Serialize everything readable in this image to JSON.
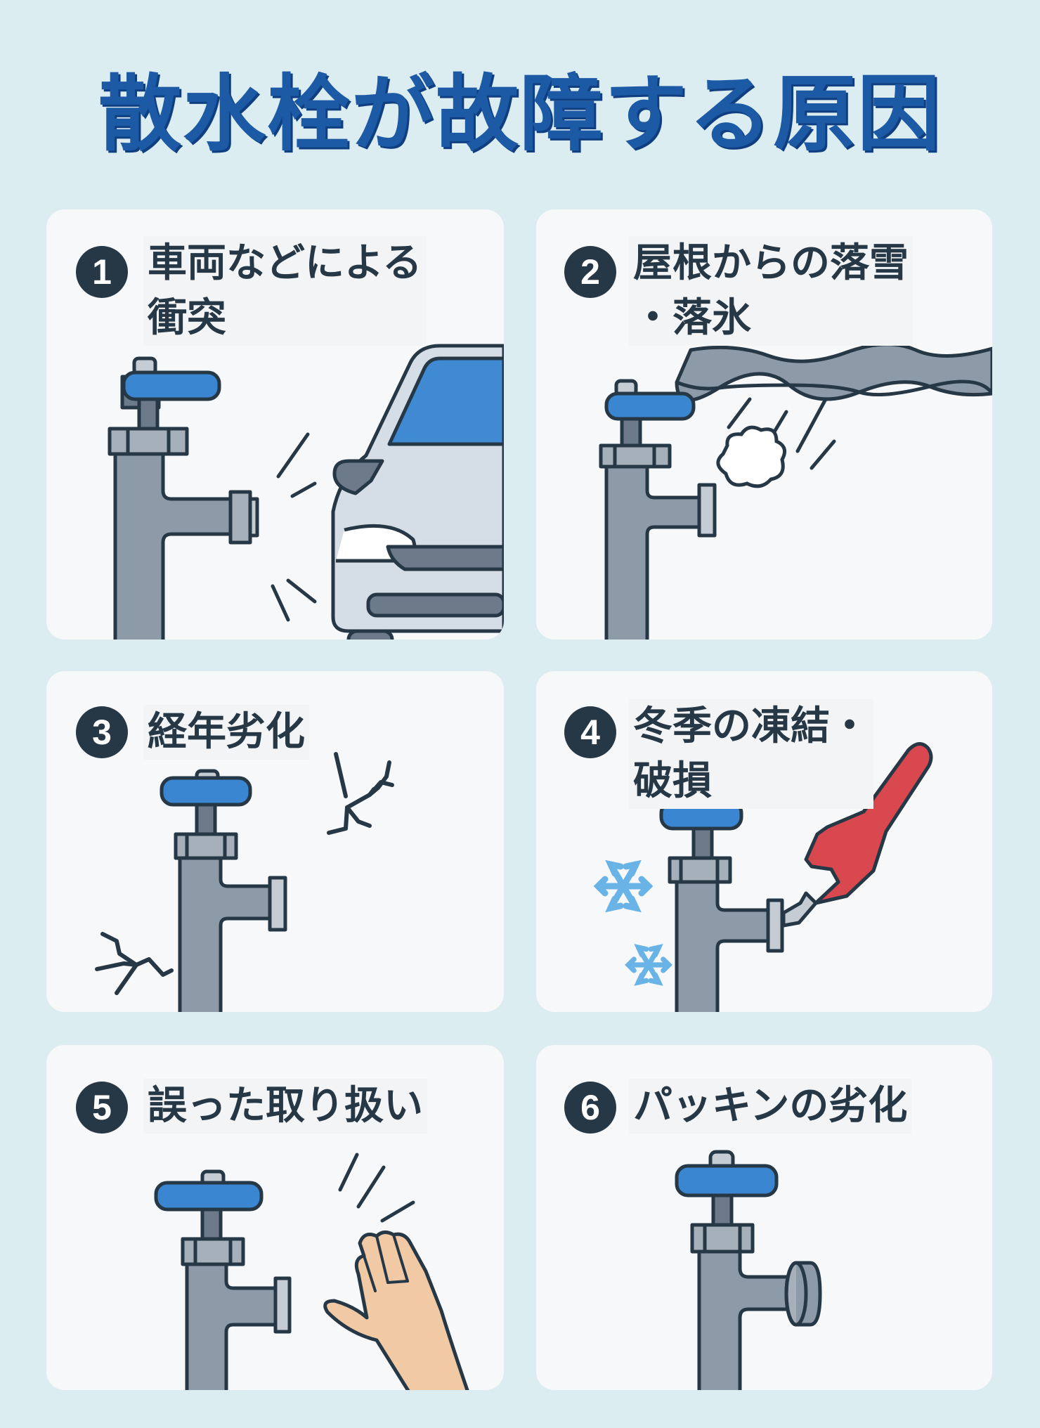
{
  "title": "散水栓が故障する原因",
  "colors": {
    "background": "#dcedf2",
    "title": "#1d5aa6",
    "card": "#f7f8f9",
    "badge": "#263746",
    "text": "#263746",
    "handle": "#3a86d0",
    "pipe": "#8d9aa8",
    "outline": "#263746",
    "wrench": "#d9474f",
    "hand": "#f1c9a5",
    "snowflake": "#6ab3e6"
  },
  "cards": [
    {
      "number": "1",
      "lines": [
        "車両などによる",
        "衝突"
      ],
      "illustration": "faucet-car-collision"
    },
    {
      "number": "2",
      "lines": [
        "屋根からの落雪",
        "・落氷"
      ],
      "illustration": "faucet-falling-snow-ice"
    },
    {
      "number": "3",
      "lines": [
        "経年劣化"
      ],
      "illustration": "faucet-cracks"
    },
    {
      "number": "4",
      "lines": [
        "冬季の凍結・",
        "破損"
      ],
      "illustration": "faucet-snowflakes-wrench"
    },
    {
      "number": "5",
      "lines": [
        "誤った取り扱い"
      ],
      "illustration": "faucet-hand"
    },
    {
      "number": "6",
      "lines": [
        "パッキンの劣化"
      ],
      "illustration": "faucet-packing"
    }
  ]
}
